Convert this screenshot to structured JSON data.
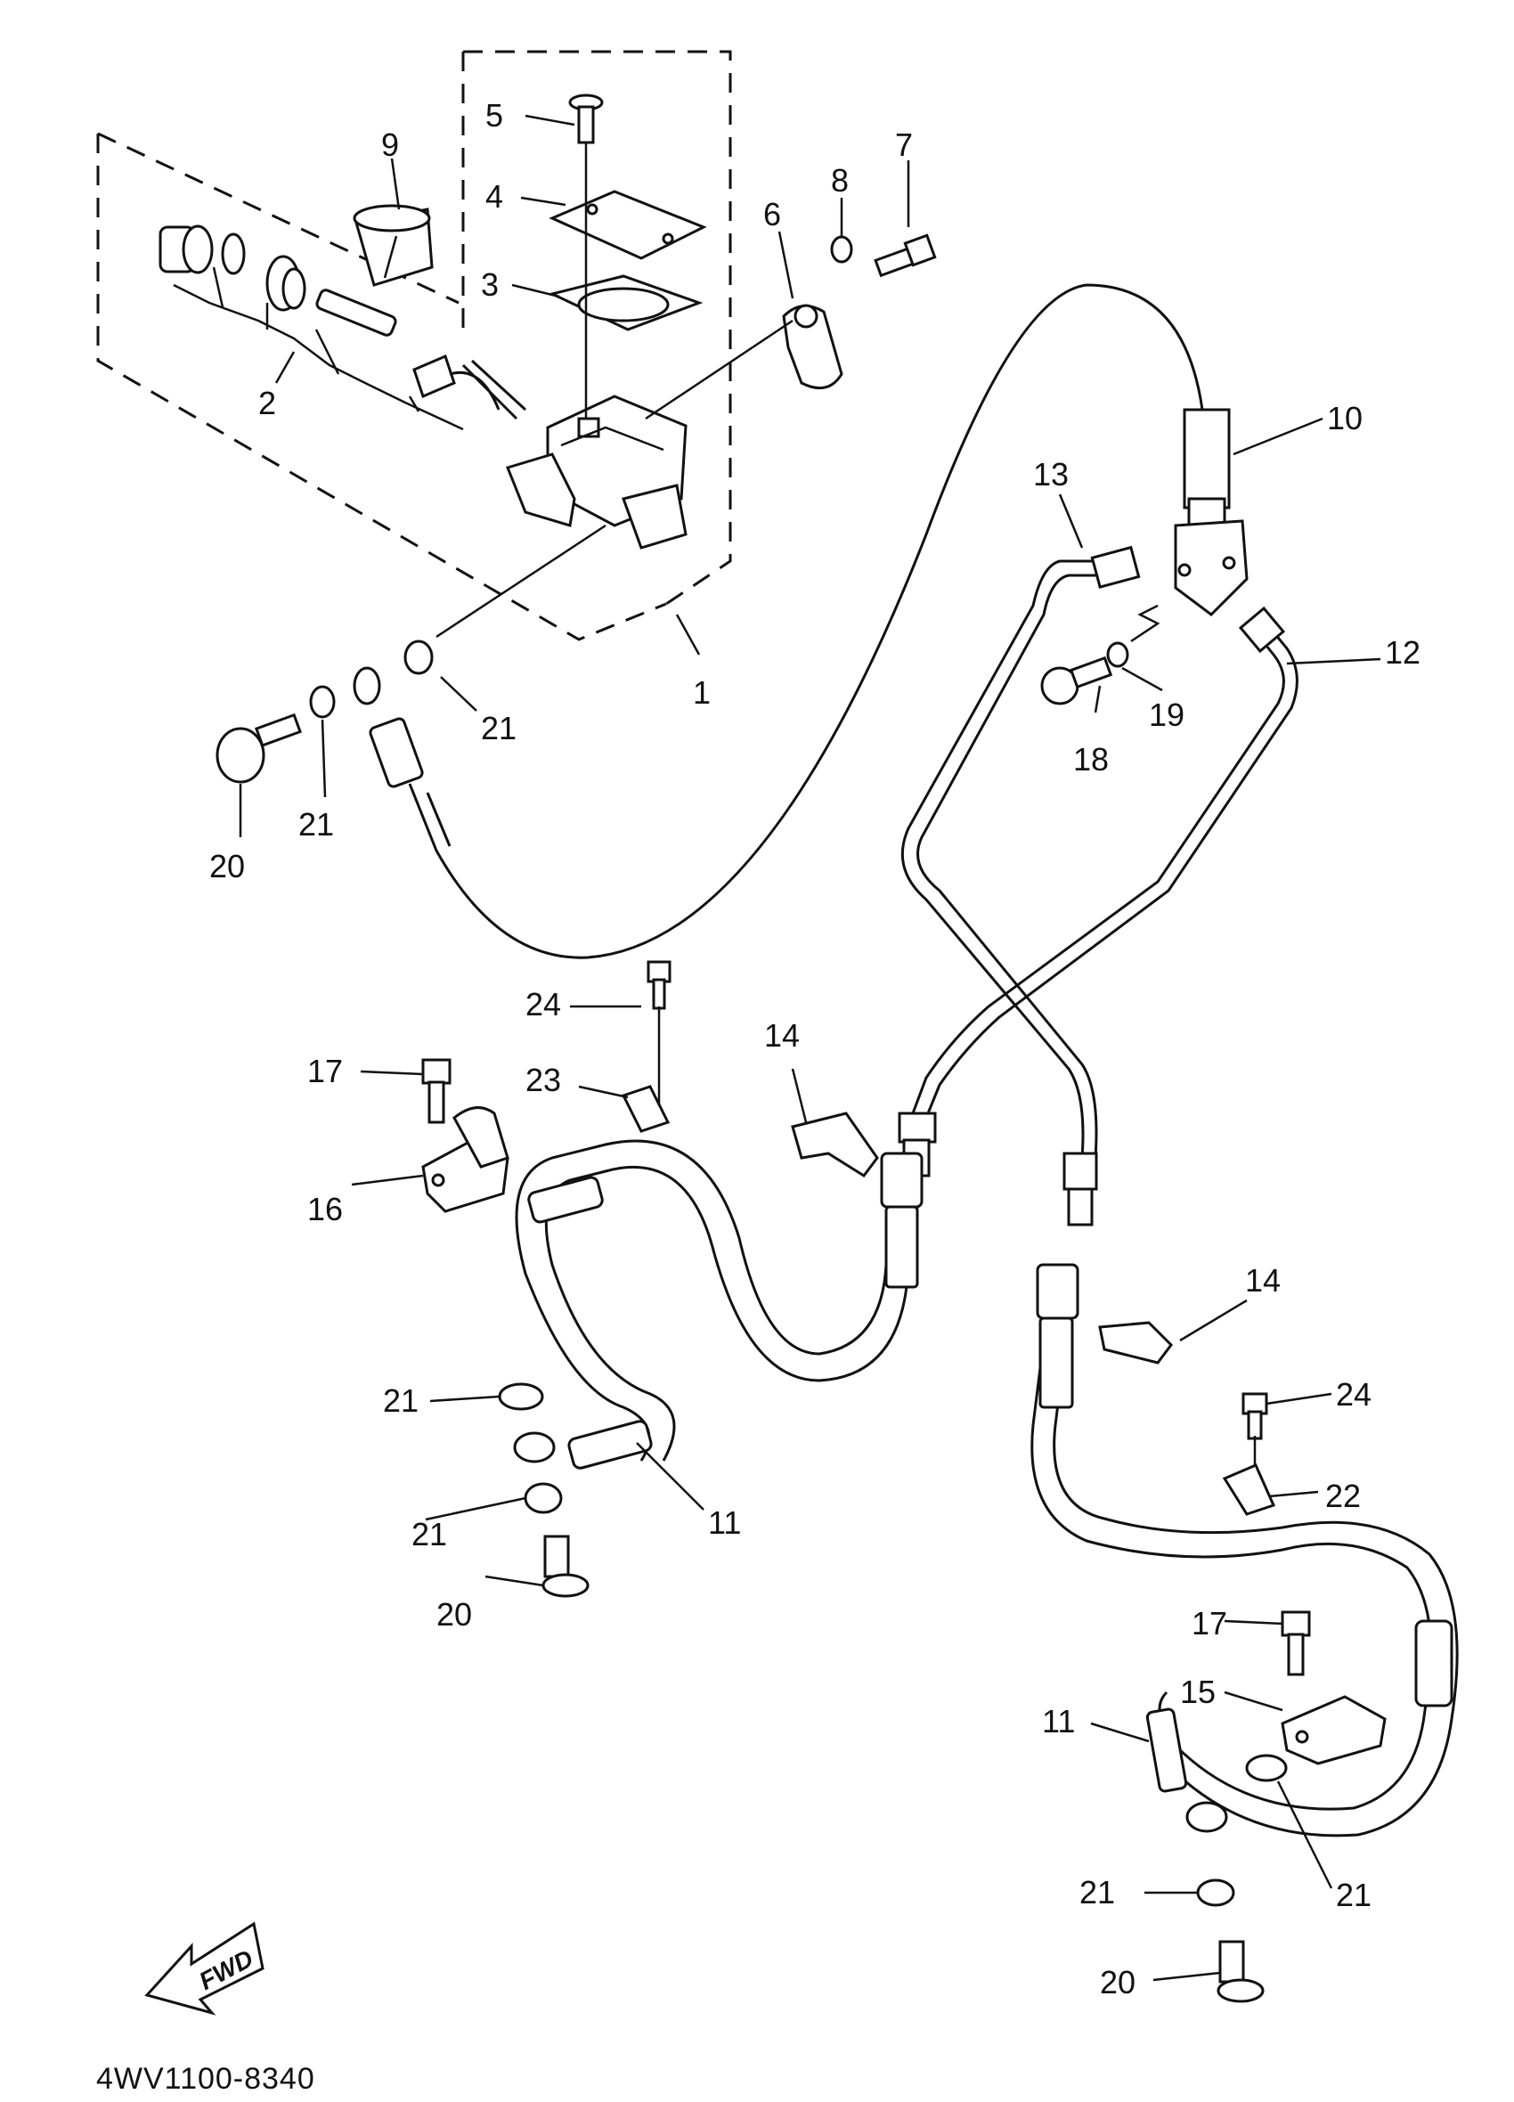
{
  "diagram": {
    "part_code": "4WV1100-8340",
    "fwd_label": "FWD",
    "callouts": {
      "c1": "1",
      "c2": "2",
      "c3": "3",
      "c4": "4",
      "c5": "5",
      "c6": "6",
      "c7": "7",
      "c8": "8",
      "c9": "9",
      "c10": "10",
      "c11a": "11",
      "c11b": "11",
      "c12": "12",
      "c13": "13",
      "c14a": "14",
      "c14b": "14",
      "c15": "15",
      "c16": "16",
      "c17a": "17",
      "c17b": "17",
      "c18": "18",
      "c19": "19",
      "c20a": "20",
      "c20b": "20",
      "c20c": "20",
      "c21a": "21",
      "c21b": "21",
      "c21c": "21",
      "c21d": "21",
      "c21e": "21",
      "c21f": "21",
      "c22": "22",
      "c23": "23",
      "c24a": "24",
      "c24b": "24"
    }
  }
}
